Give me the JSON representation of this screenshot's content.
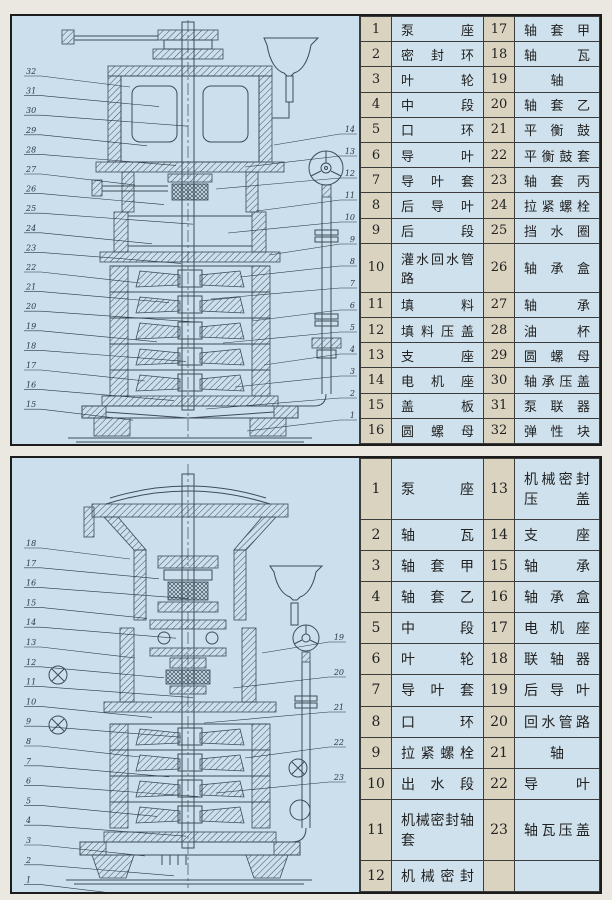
{
  "colors": {
    "page_bg": "#ebe8e1",
    "panel_bg": "#cbdfec",
    "panel_border": "#1c1c1c",
    "num_bg": "#d9d3c0",
    "name_bg": "#cfe1ec",
    "grid": "#3c3c3c",
    "line": "#3e4c59",
    "text": "#222222",
    "callout": "#2c3944"
  },
  "panels": [
    {
      "id": "top",
      "table": {
        "rows": [
          {
            "no": "1",
            "name": "泵座",
            "no2": "17",
            "name2": "轴套甲"
          },
          {
            "no": "2",
            "name": "密封环",
            "no2": "18",
            "name2": "轴瓦"
          },
          {
            "no": "3",
            "name": "叶轮",
            "no2": "19",
            "name2": "轴"
          },
          {
            "no": "4",
            "name": "中段",
            "no2": "20",
            "name2": "轴套乙"
          },
          {
            "no": "5",
            "name": "口环",
            "no2": "21",
            "name2": "平衡鼓"
          },
          {
            "no": "6",
            "name": "导叶",
            "no2": "22",
            "name2": "平衡鼓套"
          },
          {
            "no": "7",
            "name": "导叶套",
            "no2": "23",
            "name2": "轴套丙"
          },
          {
            "no": "8",
            "name": "后导叶",
            "no2": "24",
            "name2": "拉紧螺栓"
          },
          {
            "no": "9",
            "name": "后段",
            "no2": "25",
            "name2": "挡水圈"
          },
          {
            "no": "10",
            "name": "灌水回水管路",
            "no2": "26",
            "name2": "轴承盒"
          },
          {
            "no": "11",
            "name": "填料",
            "no2": "27",
            "name2": "轴承"
          },
          {
            "no": "12",
            "name": "填料压盖",
            "no2": "28",
            "name2": "油杯"
          },
          {
            "no": "13",
            "name": "支座",
            "no2": "29",
            "name2": "圆螺母"
          },
          {
            "no": "14",
            "name": "电机座",
            "no2": "30",
            "name2": "轴承压盖"
          },
          {
            "no": "15",
            "name": "盖板",
            "no2": "31",
            "name2": "泵联器"
          },
          {
            "no": "16",
            "name": "圆螺母",
            "no2": "32",
            "name2": "弹性块"
          }
        ]
      },
      "drawing": {
        "left_callouts": [
          "32",
          "31",
          "30",
          "29",
          "28",
          "27",
          "26",
          "25",
          "24",
          "23",
          "22",
          "21",
          "20",
          "19",
          "18",
          "17",
          "16",
          "15"
        ],
        "right_callouts": [
          "14",
          "13",
          "12",
          "11",
          "10",
          "9",
          "8",
          "7",
          "6",
          "5",
          "4",
          "3",
          "2",
          "1"
        ]
      }
    },
    {
      "id": "bottom",
      "table": {
        "rows": [
          {
            "no": "1",
            "name": "泵座",
            "no2": "13",
            "name2": "机械密封压盖"
          },
          {
            "no": "2",
            "name": "轴瓦",
            "no2": "14",
            "name2": "支座"
          },
          {
            "no": "3",
            "name": "轴套甲",
            "no2": "15",
            "name2": "轴承"
          },
          {
            "no": "4",
            "name": "轴套乙",
            "no2": "16",
            "name2": "轴承盒"
          },
          {
            "no": "5",
            "name": "中段",
            "no2": "17",
            "name2": "电机座"
          },
          {
            "no": "6",
            "name": "叶轮",
            "no2": "18",
            "name2": "联轴器"
          },
          {
            "no": "7",
            "name": "导叶套",
            "no2": "19",
            "name2": "后导叶"
          },
          {
            "no": "8",
            "name": "口环",
            "no2": "20",
            "name2": "回水管路"
          },
          {
            "no": "9",
            "name": "拉紧螺栓",
            "no2": "21",
            "name2": "轴"
          },
          {
            "no": "10",
            "name": "出水段",
            "no2": "22",
            "name2": "导叶"
          },
          {
            "no": "11",
            "name": "机械密封轴套",
            "no2": "23",
            "name2": "轴瓦压盖"
          },
          {
            "no": "12",
            "name": "机械密封",
            "no2": "",
            "name2": ""
          }
        ]
      },
      "drawing": {
        "left_callouts": [
          "18",
          "17",
          "16",
          "15",
          "14",
          "13",
          "12",
          "11",
          "10",
          "9",
          "8",
          "7",
          "6",
          "5",
          "4",
          "3",
          "2",
          "1"
        ],
        "right_callouts": [
          "19",
          "20",
          "21",
          "22",
          "23"
        ]
      }
    }
  ]
}
